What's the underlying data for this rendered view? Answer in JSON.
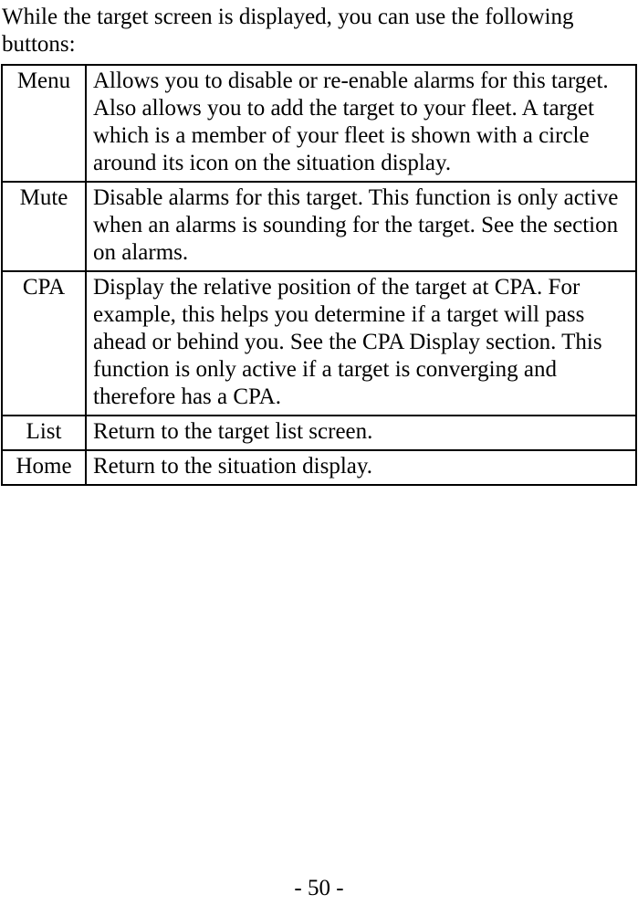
{
  "page": {
    "intro_lines": [
      "While the target screen is displayed, you can use the following",
      "buttons:"
    ],
    "page_number": "- 50 -"
  },
  "buttons_table": {
    "rows": [
      {
        "button": "Menu",
        "description": [
          "Allows you to disable or re-enable alarms for this target.",
          "Also allows you to add the target to your fleet. A target",
          "which is a member of your fleet is shown with a circle",
          "around its icon on the situation display."
        ]
      },
      {
        "button": "Mute",
        "description": [
          "Disable alarms for this target. This function is only active",
          "when an alarms is sounding for the target. See the section",
          "on alarms."
        ]
      },
      {
        "button": "CPA",
        "description": [
          "Display the relative position of the target at CPA. For",
          "example, this helps you determine if a target will pass",
          "ahead or behind you. See the CPA Display section. This",
          "function is only active if a target is converging and",
          "therefore has a CPA."
        ]
      },
      {
        "button": "List",
        "description": [
          "Return to the target list screen."
        ]
      },
      {
        "button": "Home",
        "description": [
          "Return to the situation display."
        ]
      }
    ]
  },
  "colors": {
    "background": "#ffffff",
    "text": "#000000",
    "border": "#000000"
  }
}
